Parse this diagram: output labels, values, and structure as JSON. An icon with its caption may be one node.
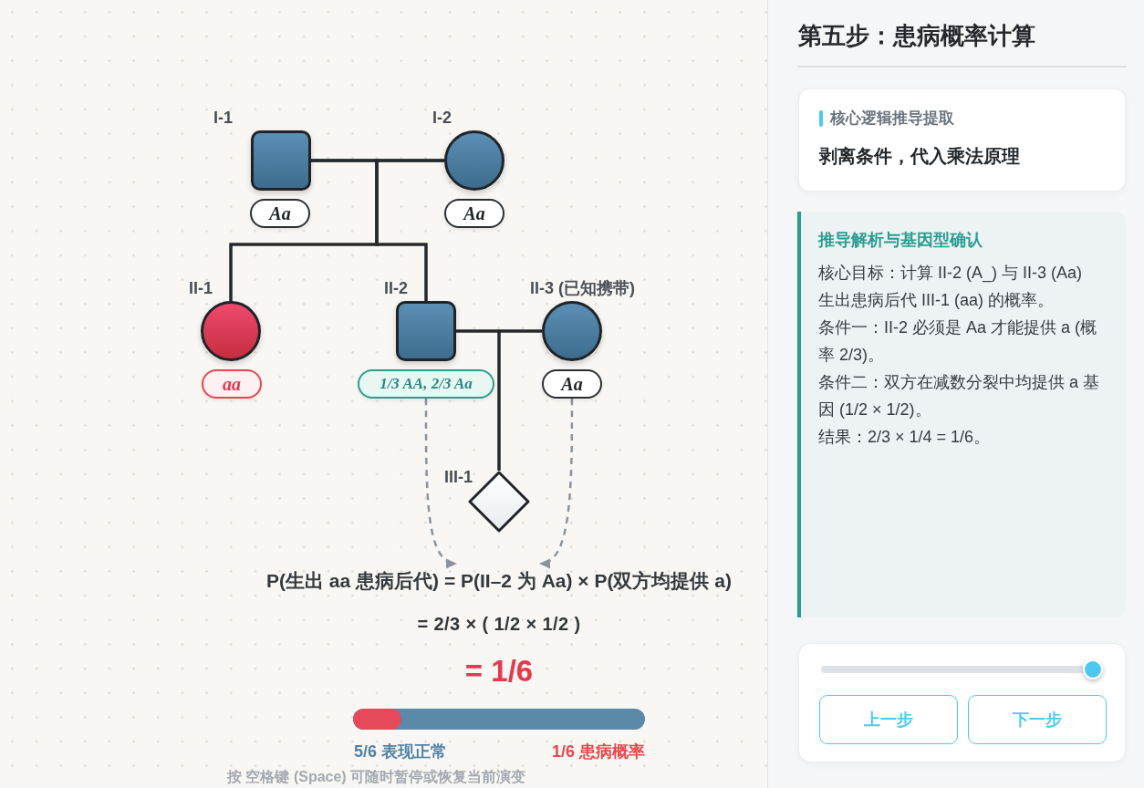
{
  "diagram": {
    "title": "第五步：患病概率计算",
    "nodes": [
      {
        "text": [],
        "shape": "box",
        "beside": [
          "I-1"
        ]
      },
      {
        "text": [
          "Aa"
        ]
      },
      {
        "text": [],
        "shape": "circle",
        "beside": [
          "I-2"
        ]
      },
      {
        "text": [
          "Aa"
        ]
      },
      {
        "text": [],
        "shape": "circle",
        "beside": [
          "II-1"
        ]
      },
      {
        "text": [
          "aa"
        ]
      },
      {
        "text": [],
        "shape": "box",
        "beside": [
          "II-2"
        ]
      },
      {
        "text": [
          "1/3 AA, 2/3 Aa"
        ]
      },
      {
        "text": [],
        "shape": "circle",
        "beside": [
          "II-3 (已知携带)"
        ]
      },
      {
        "text": [
          "Aa"
        ]
      },
      {
        "text": [],
        "shape": "diamond",
        "beside": [
          "III-1"
        ]
      },
      {
        "text": [
          "P(生出 aa 患病后代) = P(II–2 为 Aa) × P(双方均提供 a)"
        ]
      },
      {
        "text": [
          "核心逻辑推导提取",
          "剥离条件，代入乘法原理"
        ]
      },
      {
        "text": [
          "推导解析与基因型确认",
          "核心目标：计算 II-2 (A_) 与 II-3 (Aa) 生出患病后代 III-1 (aa) 的概率。",
          "条件一：II-2 必须是 Aa 才能提供 a (概率 2/3)。",
          "条件二：双方在减数分裂中均提供 a 基因 (1/2 × 1/2)。",
          "结果：2/3 × 1/4 = 1/6。"
        ]
      },
      {
        "text": [],
        "shape": "box"
      },
      {
        "text": [
          "上一步"
        ],
        "in": 14
      },
      {
        "text": [
          "下一步"
        ],
        "in": 14
      }
    ],
    "edges": [
      {
        "from": 0,
        "to": 2,
        "arrow": "none"
      },
      {
        "from": 0,
        "to": 4,
        "arrow": "none"
      },
      {
        "from": 2,
        "to": 4,
        "arrow": "none"
      },
      {
        "from": 0,
        "to": 6,
        "arrow": "none"
      },
      {
        "from": 2,
        "to": 6,
        "arrow": "none"
      },
      {
        "from": 6,
        "to": 8,
        "arrow": "none"
      },
      {
        "from": 6,
        "to": 10,
        "arrow": "none"
      },
      {
        "from": 8,
        "to": 10,
        "arrow": "none"
      },
      {
        "from": 7,
        "to": 11,
        "arrow": "to",
        "style": "dashed",
        "color": "#8a949e"
      },
      {
        "from": 9,
        "to": 11,
        "arrow": "to",
        "style": "dashed",
        "color": "#8a949e"
      }
    ],
    "labels": [
      "= 2/3 × ( 1/2 × 1/2 )",
      "= 1/6",
      "5/6 表现正常",
      "1/6 患病概率",
      "按 空格键 (Space) 可随时暂停或恢复当前演变"
    ]
  }
}
